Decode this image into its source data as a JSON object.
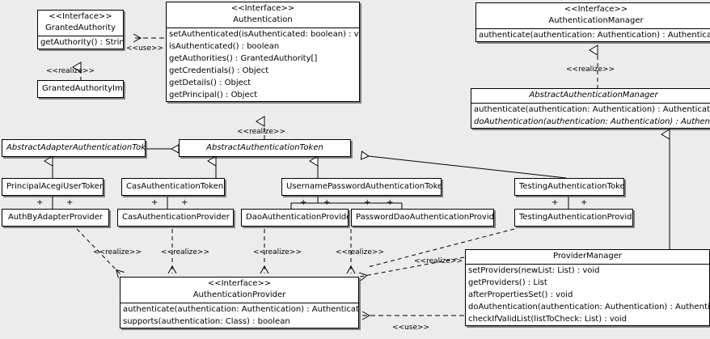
{
  "diagram": {
    "kind": "uml-class-diagram",
    "background_color": "#ececec",
    "node_fill": "#ffffff",
    "line_color": "#000000",
    "stereotype_interface": "<<Interface>>",
    "stereotype_realize": "<<realize>>",
    "stereotype_use": "<<use>>",
    "association_marker": "+"
  },
  "classes": {
    "granted_authority": {
      "stereotype": "<<Interface>>",
      "name": "GrantedAuthority",
      "operations": [
        "getAuthority() : String"
      ]
    },
    "granted_authority_impl": {
      "name": "GrantedAuthorityImpl",
      "operations": []
    },
    "authentication": {
      "stereotype": "<<Interface>>",
      "name": "Authentication",
      "operations": [
        "setAuthenticated(isAuthenticated: boolean) : void",
        "isAuthenticated() : boolean",
        "getAuthorities() : GrantedAuthority[]",
        "getCredentials() : Object",
        "getDetails() : Object",
        "getPrincipal() : Object"
      ]
    },
    "authentication_manager": {
      "stereotype": "<<Interface>>",
      "name": "AuthenticationManager",
      "operations": [
        "authenticate(authentication: Authentication) : Authentication"
      ]
    },
    "abstract_authentication_manager": {
      "name": "AbstractAuthenticationManager",
      "abstract": true,
      "operations": [
        "authenticate(authentication: Authentication) : Authentication",
        "doAuthentication(authentication: Authentication) : Authentication"
      ]
    },
    "abstract_adapter_authentication_token": {
      "name": "AbstractAdapterAuthenticationToken",
      "abstract": true,
      "operations": []
    },
    "abstract_authentication_token": {
      "name": "AbstractAuthenticationToken",
      "abstract": true,
      "operations": []
    },
    "principal_acegi_user_token": {
      "name": "PrincipalAcegiUserToken",
      "operations": []
    },
    "cas_authentication_token": {
      "name": "CasAuthenticationToken",
      "operations": []
    },
    "username_password_authentication_token": {
      "name": "UsernamePasswordAuthenticationToken",
      "operations": []
    },
    "testing_authentication_token": {
      "name": "TestingAuthenticationToken",
      "operations": []
    },
    "auth_by_adapter_provider": {
      "name": "AuthByAdapterProvider",
      "operations": []
    },
    "cas_authentication_provider": {
      "name": "CasAuthenticationProvider",
      "operations": []
    },
    "dao_authentication_provider": {
      "name": "DaoAuthenticationProvider",
      "operations": []
    },
    "password_dao_authentication_provider": {
      "name": "PasswordDaoAuthenticationProvider",
      "operations": []
    },
    "testing_authentication_provider": {
      "name": "TestingAuthenticationProvider",
      "operations": []
    },
    "authentication_provider": {
      "stereotype": "<<Interface>>",
      "name": "AuthenticationProvider",
      "operations": [
        "authenticate(authentication: Authentication) : Authentication",
        "supports(authentication: Class) : boolean"
      ]
    },
    "provider_manager": {
      "name": "ProviderManager",
      "operations": [
        "setProviders(newList: List) : void",
        "getProviders() : List",
        "afterPropertiesSet() : void",
        "doAuthentication(authentication: Authentication) : Authentication",
        "checkIfValidList(listToCheck: List) : void"
      ]
    }
  },
  "edge_labels": {
    "use_authentication_to_granted_authority": "<<use>>",
    "realize_granted_authority_impl": "<<realize>>",
    "realize_abstract_auth_token": "<<realize>>",
    "realize_abstract_auth_manager": "<<realize>>",
    "realize_auth_by_adapter_provider": "<<realize>>",
    "realize_cas_authentication_provider": "<<realize>>",
    "realize_dao_authentication_provider": "<<realize>>",
    "realize_password_dao_authentication_provider": "<<realize>>",
    "realize_provider_manager": "<<realize>>",
    "use_provider_manager_to_authentication_provider": "<<use>>"
  },
  "association_markers": {
    "principal_acegi_left": "+",
    "principal_acegi_right": "+",
    "cas_left": "+",
    "cas_right": "+",
    "username_password_left_1": "+",
    "username_password_left_2": "+",
    "username_password_right_1": "+",
    "username_password_right_2": "+",
    "testing_left": "+",
    "testing_right": "+"
  }
}
